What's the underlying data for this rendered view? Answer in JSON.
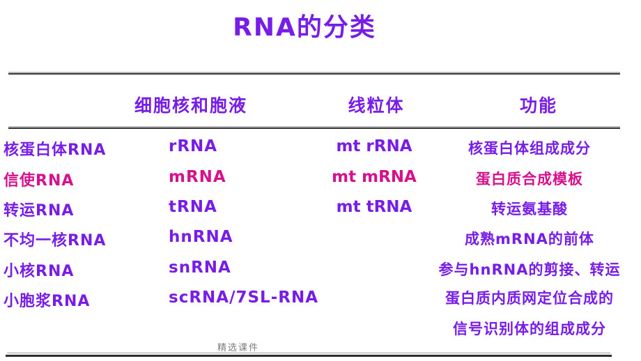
{
  "slide": {
    "title": "RNA的分类",
    "footer_watermark": "精选课件"
  },
  "colors": {
    "purple": "#771DE6",
    "magenta": "#D6118C",
    "ruleDark": "#3B3B3B",
    "footerGray": "#7D7D7D"
  },
  "table": {
    "headers": [
      "细胞核和胞液",
      "线粒体",
      "功能"
    ],
    "rows": [
      {
        "name": "核蛋白体RNA",
        "nucleus_cytosol": "rRNA",
        "mitochondria": "mt rRNA",
        "function": "核蛋白体组成成分"
      },
      {
        "name": "信使RNA",
        "nucleus_cytosol": "mRNA",
        "mitochondria": "mt mRNA",
        "function": "蛋白质合成模板"
      },
      {
        "name": "转运RNA",
        "nucleus_cytosol": "tRNA",
        "mitochondria": "mt tRNA",
        "function": "转运氨基酸"
      },
      {
        "name": "不均一核RNA",
        "nucleus_cytosol": "hnRNA",
        "function": "成熟mRNA的前体"
      },
      {
        "name": "小核RNA",
        "nucleus_cytosol": "snRNA",
        "function": "参与hnRNA的剪接、转运"
      },
      {
        "name": "小胞浆RNA",
        "nucleus_cytosol": "scRNA/7SL-RNA",
        "function": "蛋白质内质网定位合成的",
        "function_line2": "信号识别体的组成成分"
      }
    ]
  }
}
